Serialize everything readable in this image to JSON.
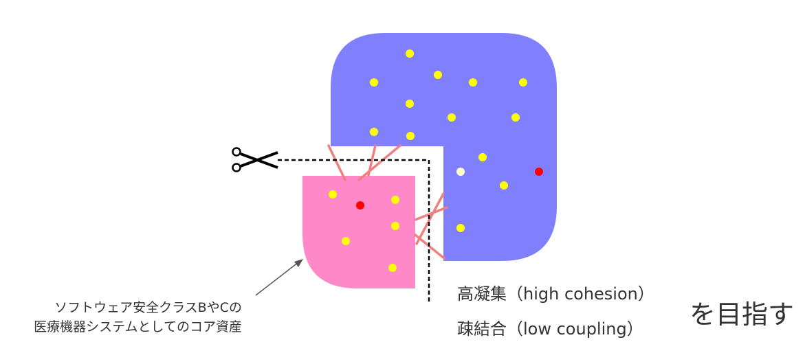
{
  "annotation": {
    "line1": "ソフトウェア安全クラスBやCの",
    "line2": "医療機器システムとしてのコア資産"
  },
  "principles": {
    "cohesion": "高凝集（high cohesion）",
    "coupling": "疎結合（low coupling）",
    "goal": "を目指す"
  },
  "colors": {
    "large_module": "#8080FF",
    "small_module": "#FF88C8",
    "element": "#FFFF00",
    "highlight_element": "#FF0000",
    "pale_element": "#FFFFCC",
    "coupling_line": "#F08080",
    "cut_line": "#000000",
    "text": "#333333"
  },
  "icons": {
    "cut_tool": "scissors-icon"
  }
}
